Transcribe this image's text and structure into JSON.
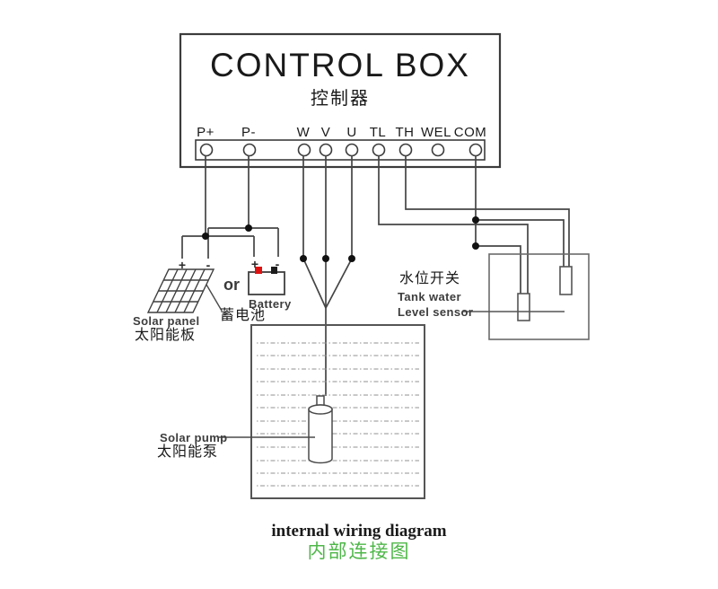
{
  "control_box": {
    "title": "CONTROL BOX",
    "subtitle": "控制器"
  },
  "terminals": [
    "P+",
    "P-",
    "W",
    "V",
    "U",
    "TL",
    "TH",
    "WEL",
    "COM"
  ],
  "components": {
    "solar_panel": {
      "plus": "+",
      "minus": "-",
      "label_en": "Solar panel",
      "label_zh": "太阳能板"
    },
    "or_label": "or",
    "battery": {
      "plus": "+",
      "minus": "-",
      "label_en": "Battery",
      "label_zh": "蓄电池"
    },
    "level_sensor": {
      "label_zh": "水位开关",
      "label_en_line1": "Tank water",
      "label_en_line2": "Level sensor"
    },
    "pump": {
      "label_en": "Solar pump",
      "label_zh": "太阳能泵"
    }
  },
  "caption": {
    "en": "internal wiring diagram",
    "zh": "内部连接图"
  },
  "colors": {
    "caption_zh": "#4eb748",
    "battery_positive": "#df1212",
    "battery_negative": "#1c1c1c",
    "wire": "#454545"
  }
}
